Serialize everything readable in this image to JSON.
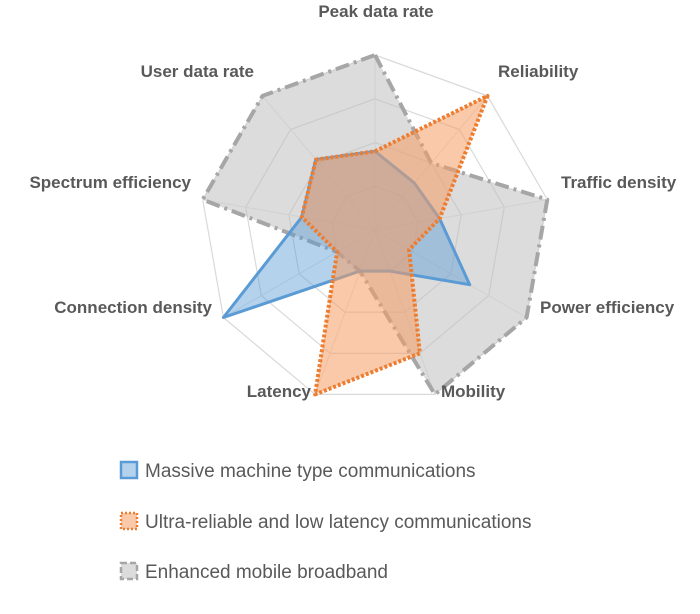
{
  "chart_data": {
    "type": "radar",
    "categories": [
      "Peak data rate",
      "Reliability",
      "Traffic density",
      "Power efficiency",
      "Mobility",
      "Latency",
      "Connection density",
      "Spectrum efficiency",
      "User data rate"
    ],
    "rlim": [
      0,
      4
    ],
    "grid": true,
    "legend_position": "bottom",
    "series": [
      {
        "name": "Massive machine type communications",
        "values": [
          1.8,
          1.4,
          1.5,
          2.5,
          1.0,
          1.0,
          4.0,
          1.7,
          2.1
        ],
        "color": "#5B9BD5",
        "fill": "rgba(91,155,213,0.45)",
        "style": "solid"
      },
      {
        "name": "Ultra-reliable and low latency communications",
        "values": [
          1.8,
          4.0,
          1.5,
          0.9,
          3.0,
          4.0,
          1.0,
          1.7,
          2.1
        ],
        "color": "#ED7D31",
        "fill": "rgba(244,157,100,0.55)",
        "style": "dotted"
      },
      {
        "name": "Enhanced mobile broadband",
        "values": [
          4.0,
          2.0,
          4.0,
          4.0,
          4.0,
          1.0,
          1.0,
          4.0,
          4.0
        ],
        "color": "#A6A6A6",
        "fill": "rgba(191,191,191,0.55)",
        "style": "dashed"
      }
    ]
  }
}
